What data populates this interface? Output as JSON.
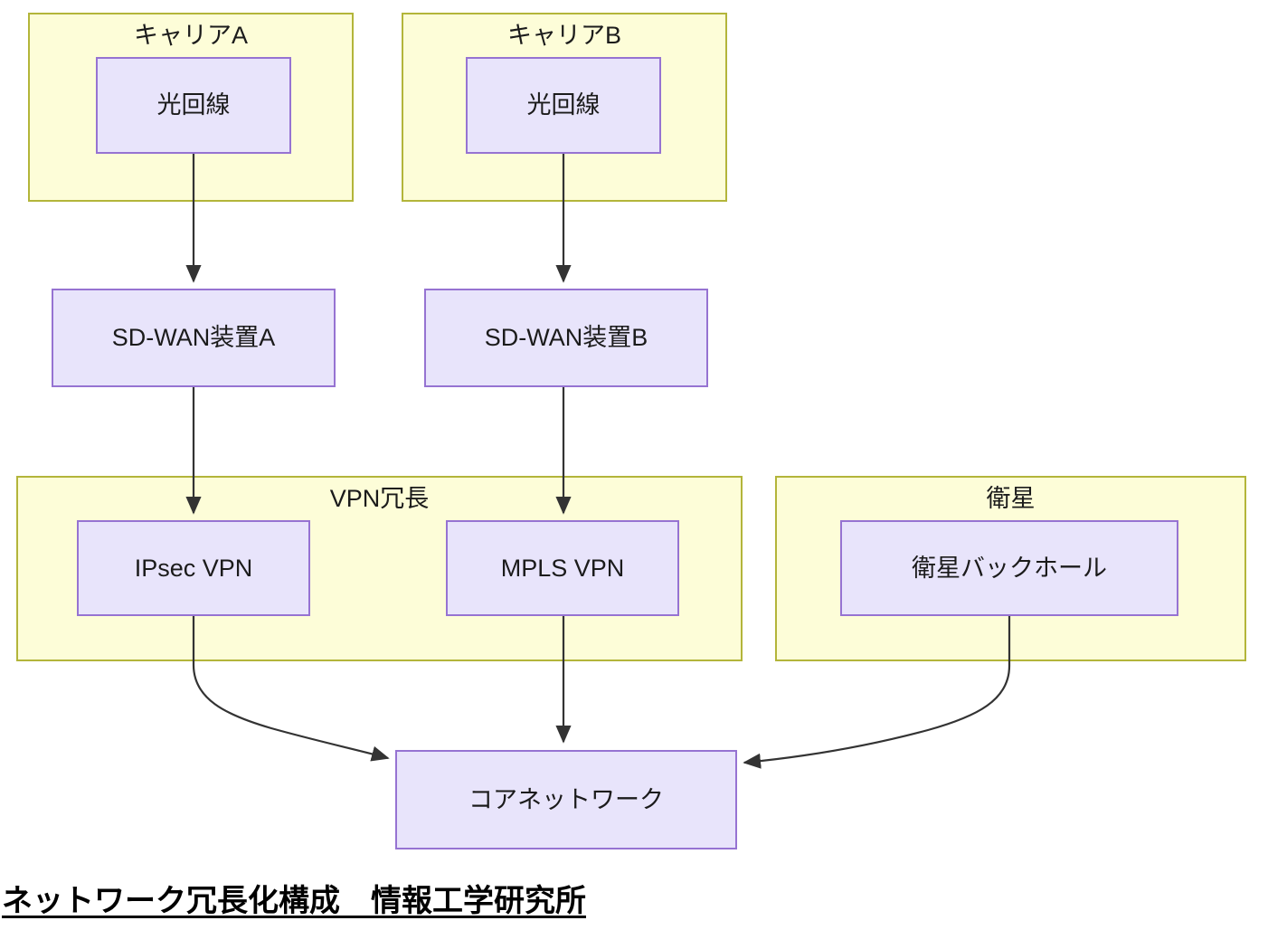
{
  "diagram": {
    "title_caption": "ネットワーク冗長化構成　情報工学研究所",
    "colors": {
      "cluster_fill": "#fdfdd8",
      "cluster_border": "#b3b53a",
      "node_fill": "#e8e4fb",
      "node_border": "#9673d2",
      "edge_stroke": "#333333",
      "text": "#1b1b1b",
      "background": "#ffffff"
    },
    "clusters": [
      {
        "id": "carrier-a",
        "label": "キャリアA"
      },
      {
        "id": "carrier-b",
        "label": "キャリアB"
      },
      {
        "id": "vpn-redundancy",
        "label": "VPN冗長"
      },
      {
        "id": "satellite",
        "label": "衛星"
      }
    ],
    "nodes": [
      {
        "id": "fiber-a",
        "label": "光回線"
      },
      {
        "id": "fiber-b",
        "label": "光回線"
      },
      {
        "id": "sdwan-a",
        "label": "SD-WAN装置A"
      },
      {
        "id": "sdwan-b",
        "label": "SD-WAN装置B"
      },
      {
        "id": "ipsec-vpn",
        "label": "IPsec VPN"
      },
      {
        "id": "mpls-vpn",
        "label": "MPLS VPN"
      },
      {
        "id": "satellite-backhaul",
        "label": "衛星バックホール"
      },
      {
        "id": "core-network",
        "label": "コアネットワーク"
      }
    ],
    "edges": [
      {
        "from": "fiber-a",
        "to": "sdwan-a",
        "style": "straight-arrow"
      },
      {
        "from": "fiber-b",
        "to": "sdwan-b",
        "style": "straight-arrow"
      },
      {
        "from": "sdwan-a",
        "to": "ipsec-vpn",
        "style": "straight-arrow"
      },
      {
        "from": "sdwan-b",
        "to": "mpls-vpn",
        "style": "straight-arrow"
      },
      {
        "from": "ipsec-vpn",
        "to": "core-network",
        "style": "curved-arrow"
      },
      {
        "from": "mpls-vpn",
        "to": "core-network",
        "style": "straight-arrow"
      },
      {
        "from": "satellite-backhaul",
        "to": "core-network",
        "style": "curved-arrow"
      }
    ]
  }
}
